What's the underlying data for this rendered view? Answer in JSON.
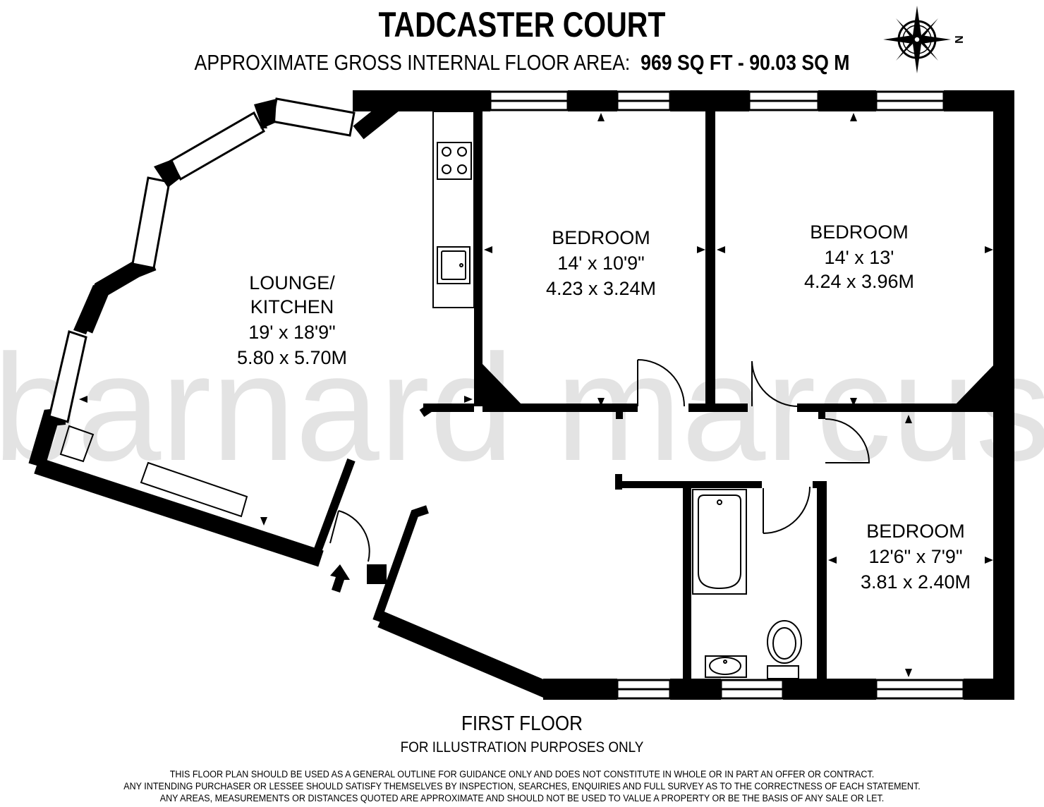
{
  "header": {
    "title": "TADCASTER COURT",
    "area_prefix": "APPROXIMATE GROSS INTERNAL FLOOR AREA:",
    "area_value": "969 SQ FT  -  90.03 SQ M"
  },
  "compass": {
    "north_label": "N"
  },
  "watermark": "barnard marcus",
  "rooms": {
    "lounge": {
      "name1": "LOUNGE/",
      "name2": "KITCHEN",
      "imperial": "19' x 18'9\"",
      "metric": "5.80 x 5.70M"
    },
    "bedroom1": {
      "name": "BEDROOM",
      "imperial": "14' x 10'9\"",
      "metric": "4.23 x 3.24M"
    },
    "bedroom2": {
      "name": "BEDROOM",
      "imperial": "14' x 13'",
      "metric": "4.24 x 3.96M"
    },
    "bedroom3": {
      "name": "BEDROOM",
      "imperial": "12'6\" x 7'9\"",
      "metric": "3.81 x 2.40M"
    }
  },
  "footer": {
    "floor": "FIRST FLOOR",
    "illustration": "FOR ILLUSTRATION PURPOSES ONLY",
    "disclaimer": [
      "THIS FLOOR PLAN SHOULD BE USED AS A GENERAL OUTLINE FOR GUIDANCE ONLY AND DOES NOT CONSTITUTE IN WHOLE OR IN PART AN OFFER OR CONTRACT.",
      "ANY INTENDING PURCHASER OR LESSEE SHOULD SATISFY THEMSELVES BY INSPECTION, SEARCHES, ENQUIRIES AND FULL SURVEY AS TO THE CORRECTNESS OF EACH STATEMENT.",
      "ANY AREAS, MEASUREMENTS OR DISTANCES QUOTED ARE APPROXIMATE AND SHOULD NOT BE USED TO VALUE A PROPERTY OR BE THE BASIS OF ANY SALE OR LET."
    ]
  }
}
